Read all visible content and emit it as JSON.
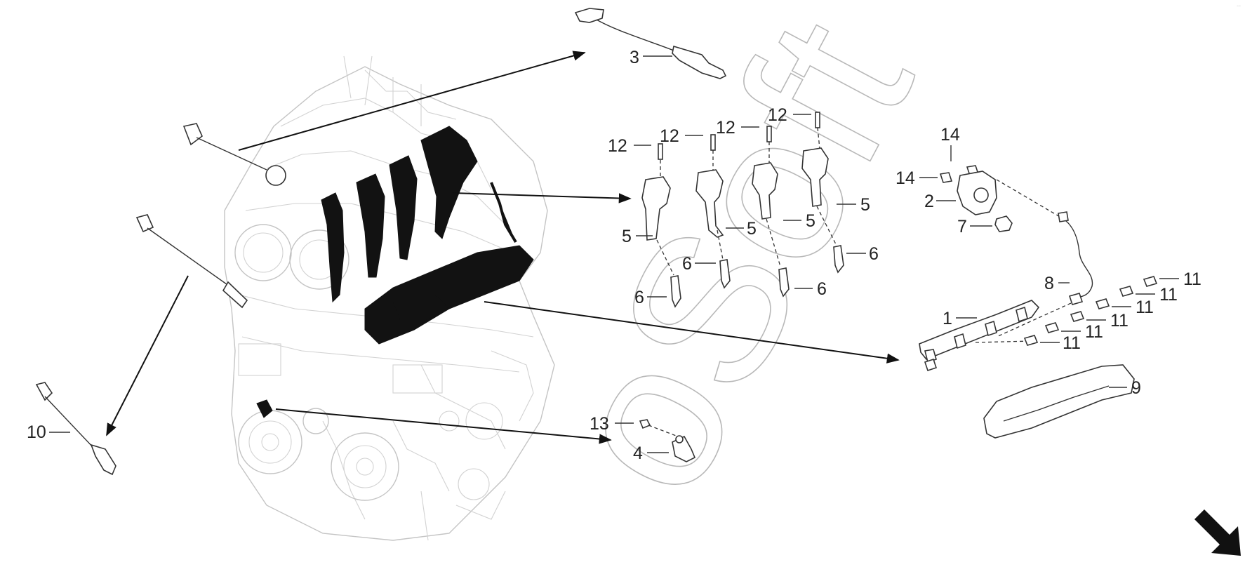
{
  "watermark": {
    "text": "oSoft"
  },
  "corner_code": "...",
  "callouts": {
    "c3": "3",
    "c10": "10",
    "c13": "13",
    "c4": "4",
    "c12a": "12",
    "c12b": "12",
    "c12c": "12",
    "c12d": "12",
    "c5a": "5",
    "c5b": "5",
    "c5c": "5",
    "c5d": "5",
    "c6a": "6",
    "c6b": "6",
    "c6c": "6",
    "c6d": "6",
    "c14a": "14",
    "c14b": "14",
    "c2": "2",
    "c7": "7",
    "c8": "8",
    "c1": "1",
    "c9": "9",
    "c11a": "11",
    "c11b": "11",
    "c11c": "11",
    "c11d": "11",
    "c11e": "11",
    "c11f": "11"
  },
  "colors": {
    "part_outline": "#333333",
    "engine_line": "#c4c4c4",
    "highlight": "#121212",
    "watermark": "#b8b8b8"
  },
  "icons": {
    "next_page": "arrow-down-right-icon"
  }
}
